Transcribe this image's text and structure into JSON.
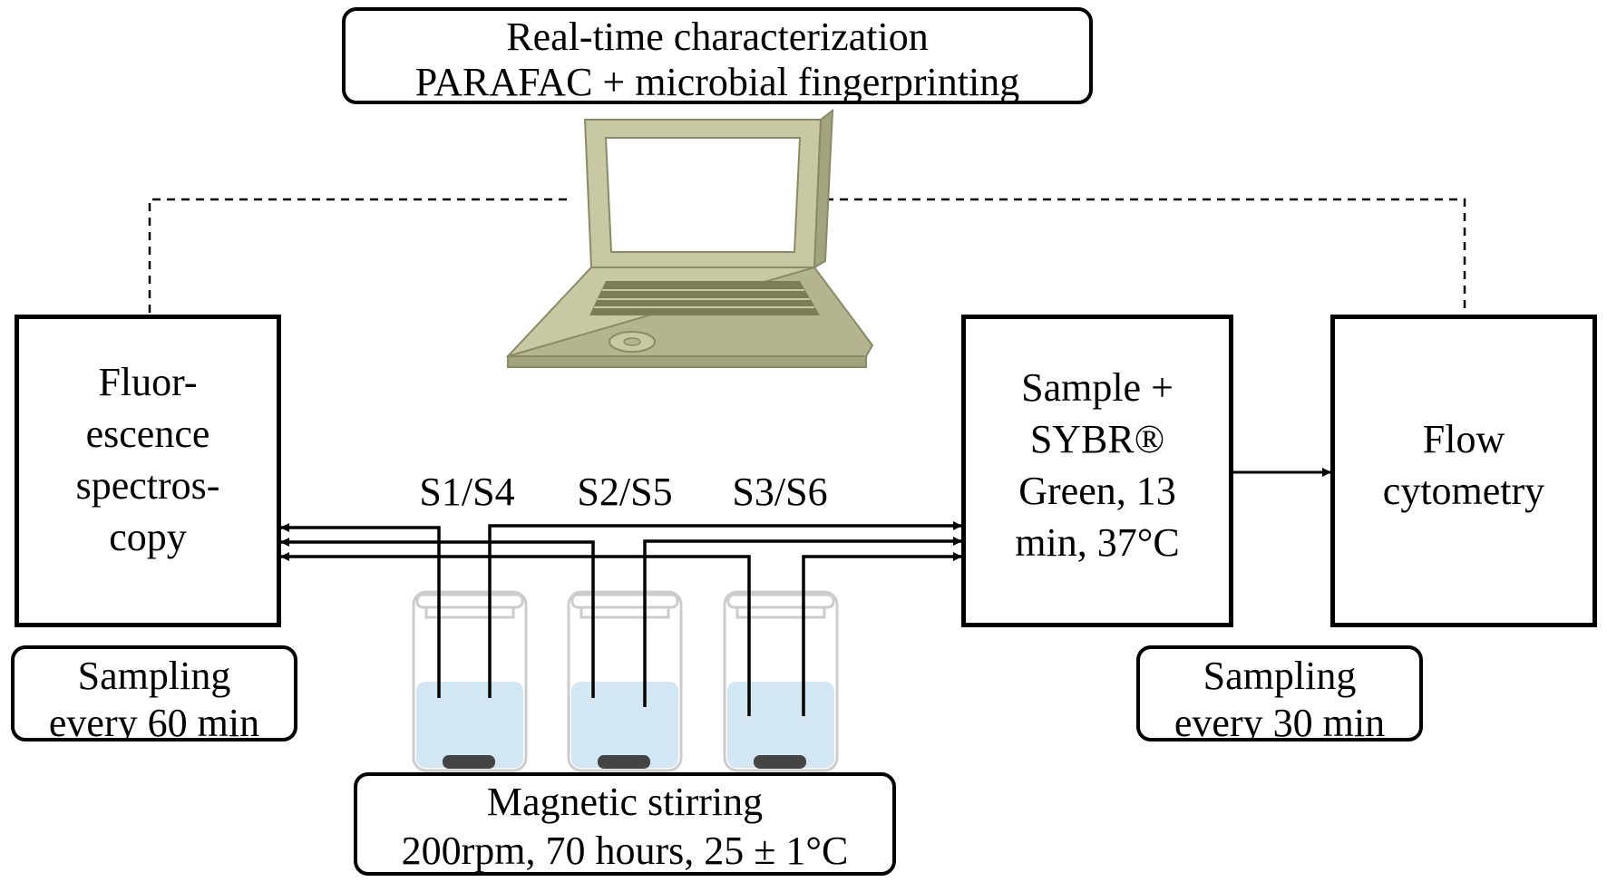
{
  "top_box": {
    "line1": "Real-time characterization",
    "line2": "PARAFAC + microbial fingerprinting"
  },
  "fluorescence_box": {
    "lines": [
      "Fluor-",
      "escence",
      "spectros-",
      "copy"
    ]
  },
  "sample_box": {
    "lines": [
      "Sample +",
      "SYBR®",
      "Green, 13",
      "min, 37°C"
    ]
  },
  "flow_box": {
    "lines": [
      "Flow",
      "cytometry"
    ]
  },
  "sampling_left": {
    "line1": "Sampling",
    "line2": "every 60 min"
  },
  "sampling_right": {
    "line1": "Sampling",
    "line2": "every 30 min"
  },
  "stirring_box": {
    "line1": "Magnetic stirring",
    "line2": "200rpm, 70 hours, 25 ± 1°C"
  },
  "sample_labels": [
    "S1/S4",
    "S2/S5",
    "S3/S6"
  ],
  "colors": {
    "laptop_body": "#c8c8a4",
    "laptop_edge": "#8a8a66",
    "laptop_keys": "#7c7c58",
    "liquid": "#d3e6f3",
    "stir_bar": "#444444"
  }
}
